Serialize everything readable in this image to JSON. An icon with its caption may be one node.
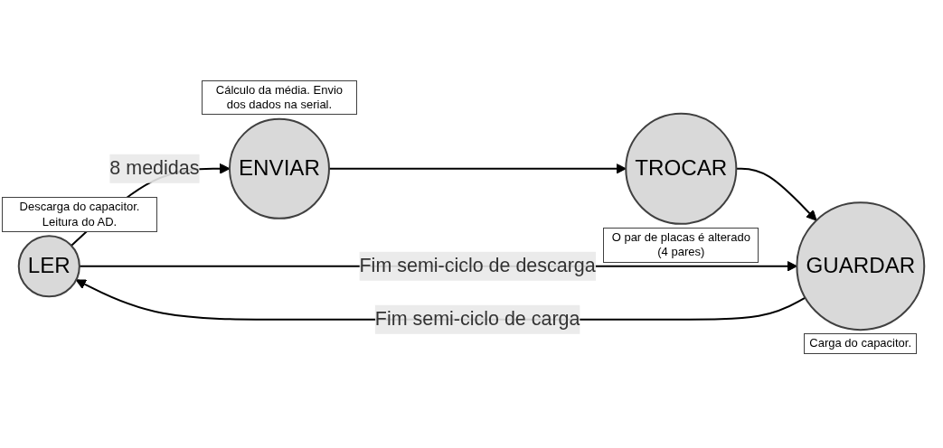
{
  "diagram": {
    "nodes": [
      {
        "text": [
          "LER"
        ],
        "beside": [
          "Descarga do capacitor. Leitura do AD."
        ]
      },
      {
        "text": [
          "ENVIAR"
        ],
        "beside": [
          "Cálculo da média. Envio dos dados na serial."
        ]
      },
      {
        "text": [
          "TROCAR"
        ],
        "beside": [
          "O par de placas é alterado (4 pares)"
        ]
      },
      {
        "text": [
          "GUARDAR"
        ],
        "beside": [
          "Carga do capacitor."
        ]
      }
    ],
    "edges": [
      {
        "from": 0,
        "to": 1,
        "arrow": "to",
        "label": "8 medidas"
      },
      {
        "from": 1,
        "to": 2,
        "arrow": "to"
      },
      {
        "from": 2,
        "to": 3,
        "arrow": "to"
      },
      {
        "from": 0,
        "to": 3,
        "arrow": "to",
        "label": "Fim semi-ciclo de descarga"
      },
      {
        "from": 3,
        "to": 0,
        "arrow": "to",
        "label": "Fim semi-ciclo de carga"
      }
    ]
  }
}
